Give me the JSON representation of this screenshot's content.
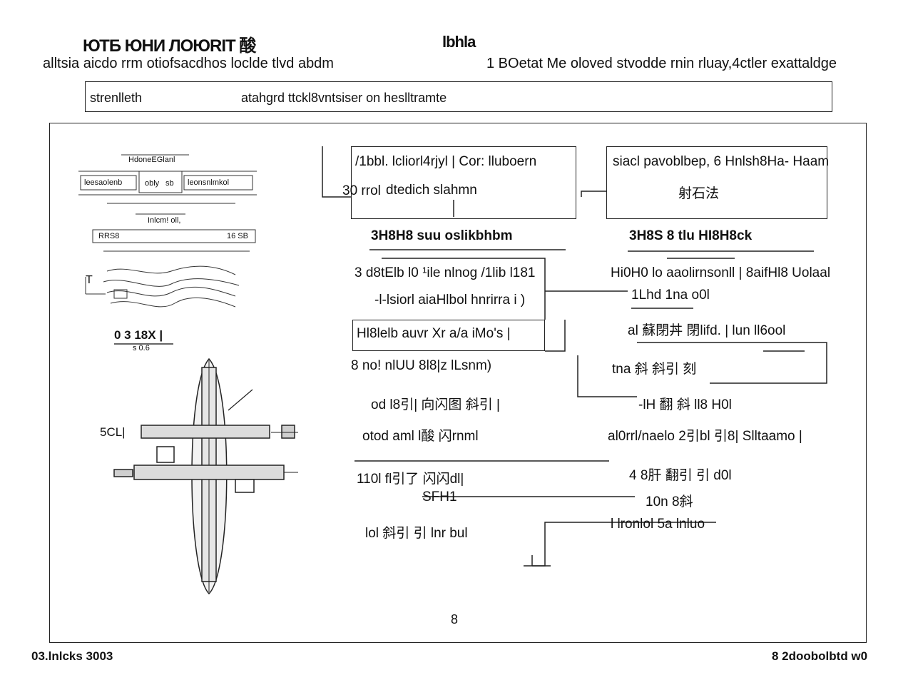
{
  "header": {
    "title": "ЮТБ ЮНИ ЛОЮRIТ 酸",
    "center_label": "lbhla",
    "subtitle_left": "alltsia aicdo rrm otiofsacdhos loclde tlvd abdm",
    "subtitle_right": "1 BOetat Me oloved stvodde rnin rluay,4ctler exattaldge"
  },
  "search_bar": {
    "label": "strenlleth",
    "text": "atahgrd ttckl8vntsiser on heslltramte"
  },
  "diagram": {
    "top_box_left": {
      "line1": "/1bbl. lcliorl4rjyl | Cor: lluboern",
      "line2": "dtedich slahmn"
    },
    "top_box_left_side": "30 rrol",
    "top_box_right": {
      "line1": "siacl pavoblbep, 6 Hnlsh8Ha- Haam",
      "line2": "射石法"
    },
    "heading_left": "3H8H8 suu oslikbhbm",
    "heading_right": "3H8S 8 tlu HI8H8ck",
    "left_rows": [
      "3 d8tElb l0 ¹ile nlnog /1lib l181",
      "-l-lsiorl aiaHlbol hnrirra i )",
      "Hl8lelb auvr Xr a/a iMo's |",
      "8 no!   nlUU 8l8|z lLsnm)",
      "od   l8引| 向闪图  斜引 |",
      "otod  aml  l酸   闪rnml",
      "110l  fl引了 闪闪dl|",
      "SFH1",
      "lol   斜引  引 lnr bul"
    ],
    "right_rows": [
      "Hi0H0 lo aaolirnsonll | 8aifHl8 Uolaal",
      "1Lhd 1na o0l",
      "al 蘇閉丼 閉lifd. | lun ll6ool",
      "tna   斜 斜引 刻",
      "-lH 翻 斜 ll8 H0l",
      "al0rrl/naelo 2引bl 引8| Slltaamo |",
      "4 8肝 翻引 引 d0l",
      "10n    8斜",
      "l lronlol 5a lnluo"
    ],
    "left_sketch": {
      "label_top": "HdoneEGlanl",
      "cell_a": "obly",
      "cell_b": "sb",
      "cell_left": "leesaolenb",
      "cell_right": "leonsnlmkol",
      "label_mid": "Inlcm! oll,",
      "row2_left": "RRS8",
      "row2_right": "16 SB",
      "scale_label": "0 3 18X |",
      "scale_sub": "s 0.6",
      "side_label": "5CL|",
      "side_label2": "T"
    },
    "page_number": "8"
  },
  "footer": {
    "left": "03.lnlcks 3003",
    "right": "8 2doobolbtd w0"
  }
}
